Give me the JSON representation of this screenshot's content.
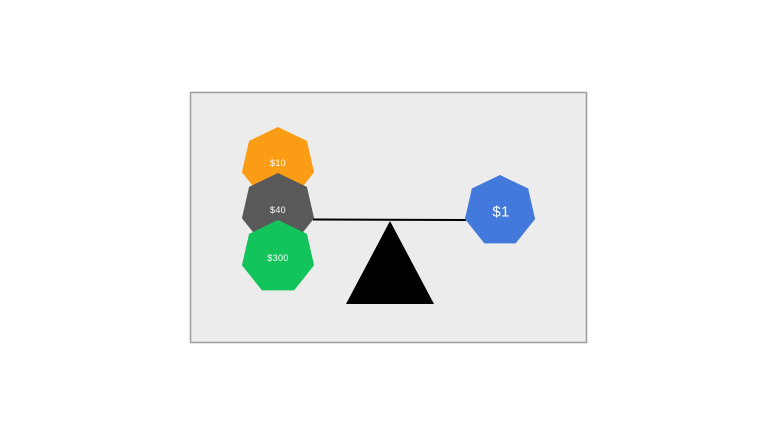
{
  "canvas": {
    "background_color": "#ECECEC",
    "border_color": "#9E9E9E",
    "page_background": "#FFFFFF"
  },
  "diagram": {
    "kind": "balance-scale",
    "label_text_color": "#FFFFFF",
    "beam_color": "#000000",
    "fulcrum_color": "#000000",
    "left_weights": [
      {
        "label": "$10",
        "color": "#FA9D14",
        "shape": "heptagon"
      },
      {
        "label": "$40",
        "color": "#595959",
        "shape": "heptagon"
      },
      {
        "label": "$300",
        "color": "#12C45A",
        "shape": "heptagon"
      }
    ],
    "right_weights": [
      {
        "label": "$1",
        "color": "#4379DB",
        "shape": "heptagon"
      }
    ]
  }
}
